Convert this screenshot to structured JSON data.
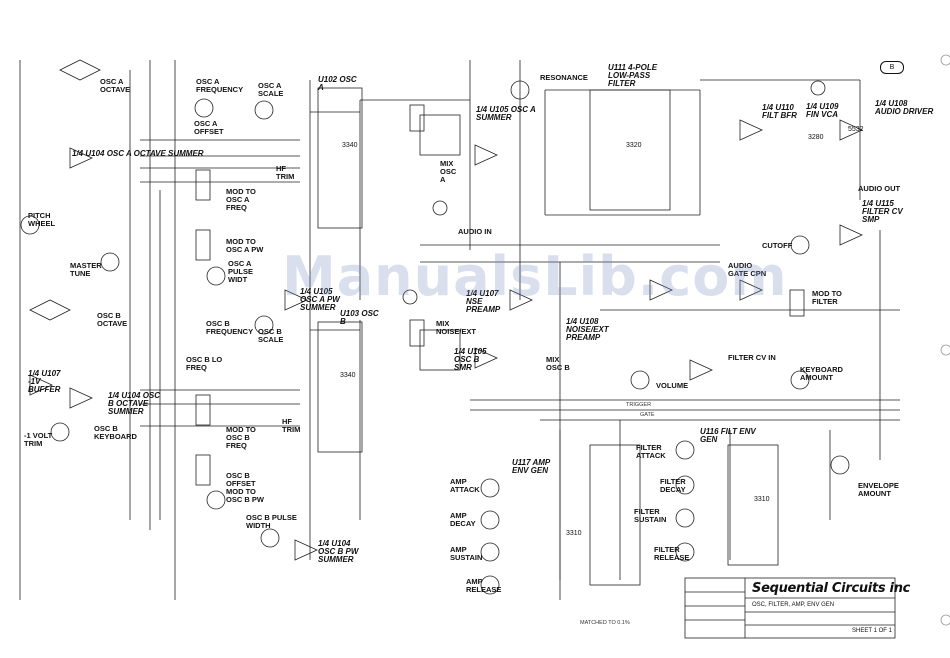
{
  "watermark": "ManualsLib.com",
  "title_block": {
    "company": "Sequential Circuits inc",
    "title": "OSC, FILTER, AMP, ENV GEN",
    "sheet_letter": "B",
    "sheet": "SHEET 1 OF 1"
  },
  "sections": {
    "u104a": "1/4 U104 OSC A OCTAVE SUMMER",
    "u104b": "1/4 U104 OSC B OCTAVE SUMMER",
    "u102": "U102 OSC A",
    "u103": "U103 OSC B",
    "u105a": "1/4 U105 OSC A SUMMER",
    "u111": "U111 4-POLE LOW-PASS FILTER",
    "u110": "1/4 U110 FILT BFR",
    "u109": "1/4 U109 FIN VCA",
    "u108": "1/4 U108 AUDIO DRIVER",
    "u115": "1/4 U115 FILTER CV SMP",
    "u107": "1/4 U107 NSE PREAMP",
    "u108b": "1/4 U108 NOISE/EXT PREAMP",
    "u105b": "1/4 U105 OSC B SMR",
    "u117": "U117 AMP ENV GEN",
    "u116": "U116 FILT ENV GEN",
    "u107b": "1/4 U107 -1V BUFFER",
    "pw_a": "1/4 U105 OSC A PW SUMMER",
    "pw_b": "1/4 U104 OSC B PW SUMMER"
  },
  "labels": {
    "osc_a_octave": "OSC A OCTAVE",
    "osc_b_octave": "OSC B OCTAVE",
    "pitch_wheel": "PITCH WHEEL",
    "master_tune": "MASTER TUNE",
    "osc_a_frequency": "OSC A FREQUENCY",
    "osc_a_offset": "OSC A OFFSET",
    "osc_a_scale": "OSC A SCALE",
    "hf_trim": "HF TRIM",
    "mod_to_osc_a_freq": "MOD TO OSC A FREQ",
    "mod_to_osc_a_pw": "MOD TO OSC A PW",
    "osc_a_pulse_width": "OSC A PULSE WIDT",
    "osc_b_frequency": "OSC B FREQUENCY",
    "osc_b_lo_freq": "OSC B LO FREQ",
    "osc_b_keyboard": "OSC B KEYBOARD",
    "mod_to_osc_b_freq": "MOD TO OSC B FREQ",
    "osc_b_offset": "OSC B OFFSET",
    "osc_b_scale": "OSC B SCALE",
    "mod_to_osc_b_pw": "MOD TO OSC B PW",
    "osc_b_pulse_width": "OSC B PULSE WIDTH",
    "volt_trim": "-1 VOLT TRIM",
    "resonance": "RESONANCE",
    "audio_out": "AUDIO OUT",
    "audio_in": "AUDIO IN",
    "cutoff": "CUTOFF",
    "audio_gate_cpn": "AUDIO GATE CPN",
    "mod_to_filter": "MOD TO FILTER",
    "filter_cv_in": "FILTER CV IN",
    "keyboard_amount": "KEYBOARD AMOUNT",
    "volume": "VOLUME",
    "mix_osc_a": "MIX OSC A",
    "mix_osc_b": "MIX OSC B",
    "mix_noise_ext": "MIX NOISE/EXT",
    "amp_attack": "AMP ATTACK",
    "amp_decay": "AMP DECAY",
    "amp_sustain": "AMP SUSTAIN",
    "amp_release": "AMP RELEASE",
    "filter_attack": "FILTER ATTACK",
    "filter_decay": "FILTER DECAY",
    "filter_sustain": "FILTER SUSTAIN",
    "filter_release": "FILTER RELEASE",
    "envelope_amount": "ENVELOPE AMOUNT",
    "ic_3340_a": "3340",
    "ic_3340_b": "3340",
    "ic_3320": "3320",
    "ic_3310_a": "3310",
    "ic_3310_b": "3310",
    "ic_3280": "3280",
    "ic_5532": "5532",
    "gate": "GATE",
    "trigger": "TRIGGER",
    "matched": "MATCHED TO 0.1%"
  }
}
